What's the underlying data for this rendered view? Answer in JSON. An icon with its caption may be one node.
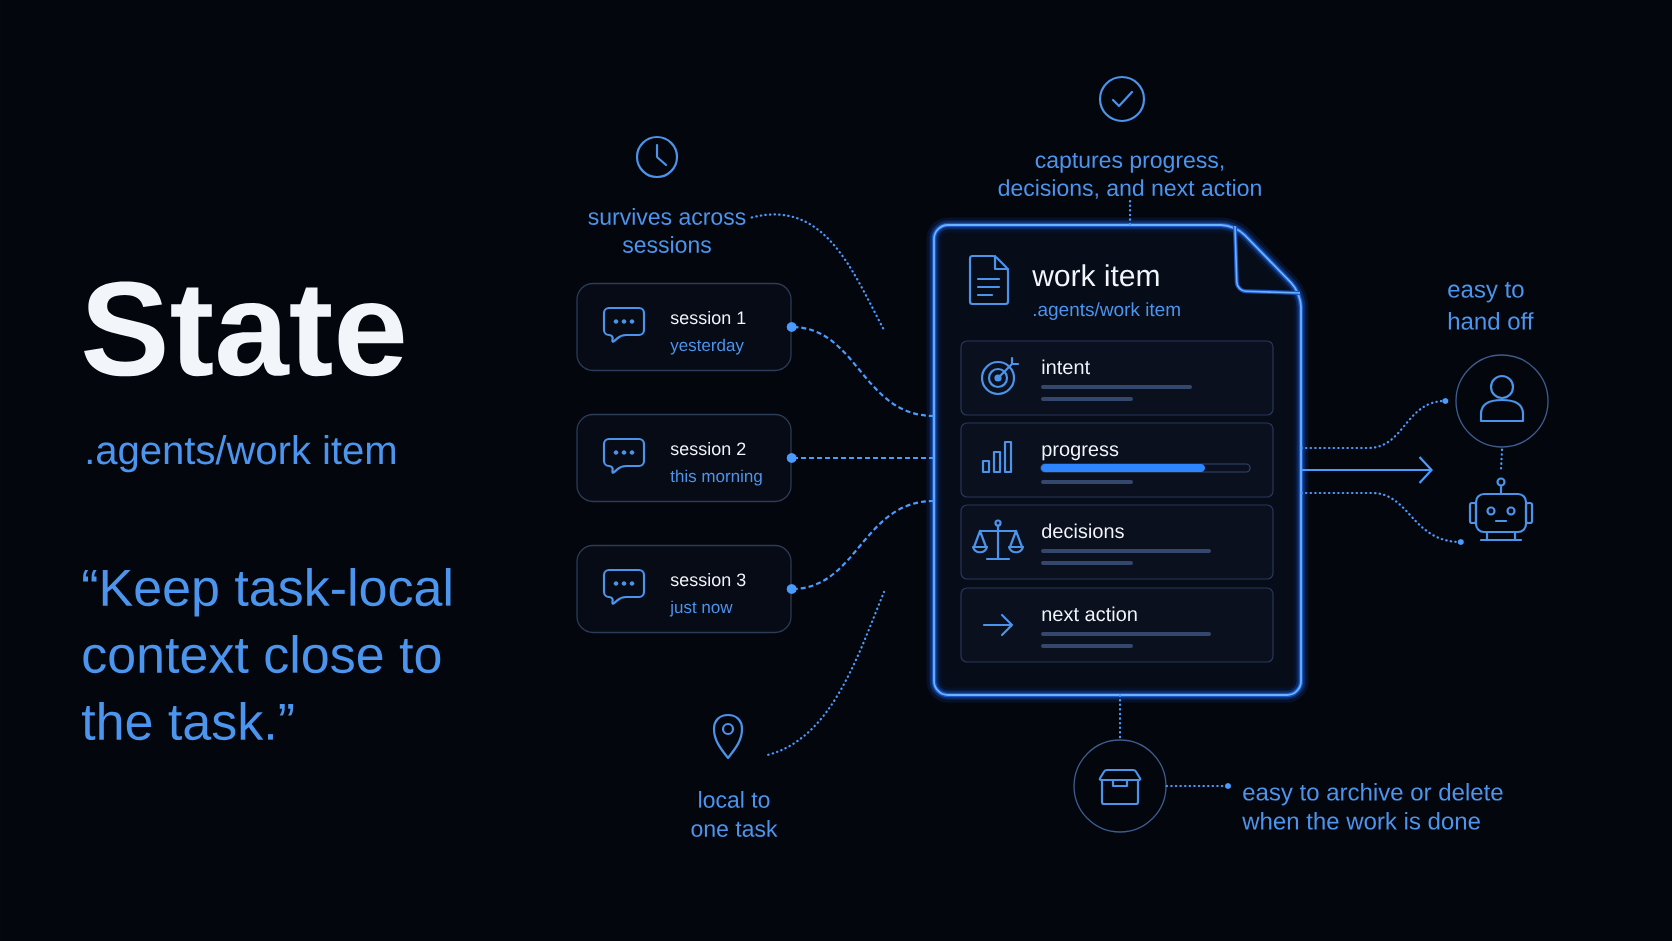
{
  "diagram": {
    "title": "State",
    "nodes": [
      {
        "text": [
          "survives across sessions"
        ]
      },
      {
        "text": [
          "session 1",
          "yesterday"
        ]
      },
      {
        "text": [
          "session 2",
          "this morning"
        ]
      },
      {
        "text": [
          "session 3",
          "just now"
        ]
      },
      {
        "text": [
          "local to one task"
        ]
      },
      {
        "text": [
          "captures progress, decisions, and next action"
        ]
      },
      {
        "text": [
          "work item",
          ".agents/work item"
        ]
      },
      {
        "text": [
          "intent"
        ],
        "in": 6
      },
      {
        "text": [
          "progress"
        ],
        "in": 6
      },
      {
        "text": [
          "decisions"
        ],
        "in": 6
      },
      {
        "text": [
          "next action"
        ],
        "in": 6
      },
      {
        "text": [],
        "shape": "circle"
      },
      {
        "text": [
          "easy to archive or delete when the work is done"
        ]
      },
      {
        "text": [],
        "shape": "person"
      },
      {
        "text": [],
        "shape": "robot"
      }
    ],
    "edges": [
      {
        "from": 6,
        "to": 1,
        "arrow": "other",
        "style": "dashed"
      },
      {
        "from": 6,
        "to": 2,
        "arrow": "other",
        "style": "dashed"
      },
      {
        "from": 6,
        "to": 3,
        "arrow": "other",
        "style": "dashed"
      },
      {
        "from": 0,
        "to": null,
        "arrow": "none",
        "style": "dashed"
      },
      {
        "from": 4,
        "to": null,
        "arrow": "none",
        "style": "dashed"
      },
      {
        "from": 5,
        "to": 6,
        "arrow": "none",
        "style": "dashed"
      },
      {
        "from": 6,
        "to": null,
        "arrow": "to"
      },
      {
        "from": 6,
        "to": 13,
        "arrow": "other",
        "style": "dashed"
      },
      {
        "from": 6,
        "to": 14,
        "arrow": "other",
        "style": "dashed"
      },
      {
        "from": 13,
        "to": 14,
        "arrow": "none",
        "style": "dashed"
      },
      {
        "from": 6,
        "to": 11,
        "arrow": "none",
        "style": "dashed"
      },
      {
        "from": 11,
        "to": 12,
        "arrow": "other",
        "style": "dashed"
      }
    ],
    "labels": [
      ".agents/work item",
      "“Keep task-local context close to the task.”",
      "easy to hand off"
    ]
  }
}
